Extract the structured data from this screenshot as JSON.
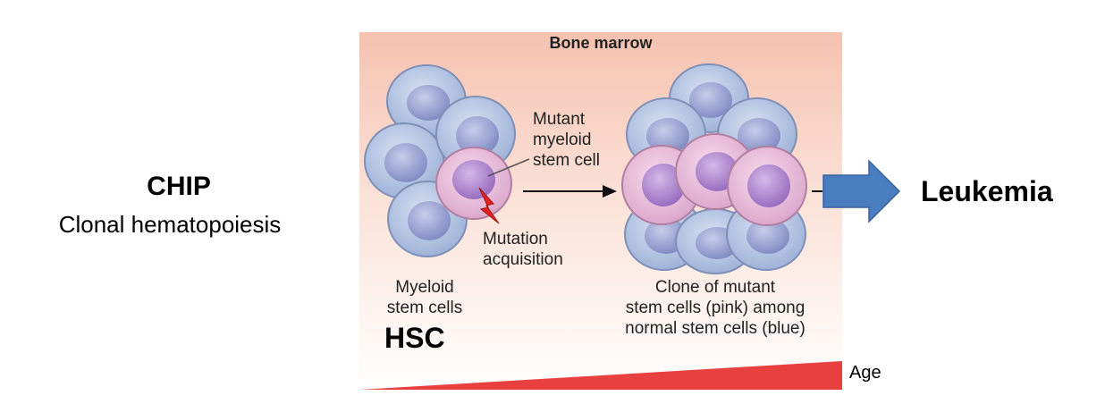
{
  "left_text": {
    "title": "CHIP",
    "subtitle": "Clonal hematopoiesis"
  },
  "panel": {
    "title": "Bone marrow",
    "mutant_label": [
      "Mutant",
      "myeloid",
      "stem cell"
    ],
    "mutation_label": [
      "Mutation",
      "acquisition"
    ],
    "myeloid_label": [
      "Myeloid",
      "stem cells"
    ],
    "clone_label": [
      "Clone of mutant",
      "stem cells (pink) among",
      "normal stem cells (blue)"
    ]
  },
  "hsc_label": "HSC",
  "outcome_label": "Leukemia",
  "age_label": "Age",
  "colors": {
    "normal_cell": "#a9bedf",
    "normal_nucleus": "#8a94c9",
    "mutant_cell": "#e6b7d6",
    "mutant_nucleus": "#a87cc6",
    "arrow_blue": "#4a7cc0",
    "age_wedge": "#e8403f",
    "lightning": "#e8211d"
  }
}
